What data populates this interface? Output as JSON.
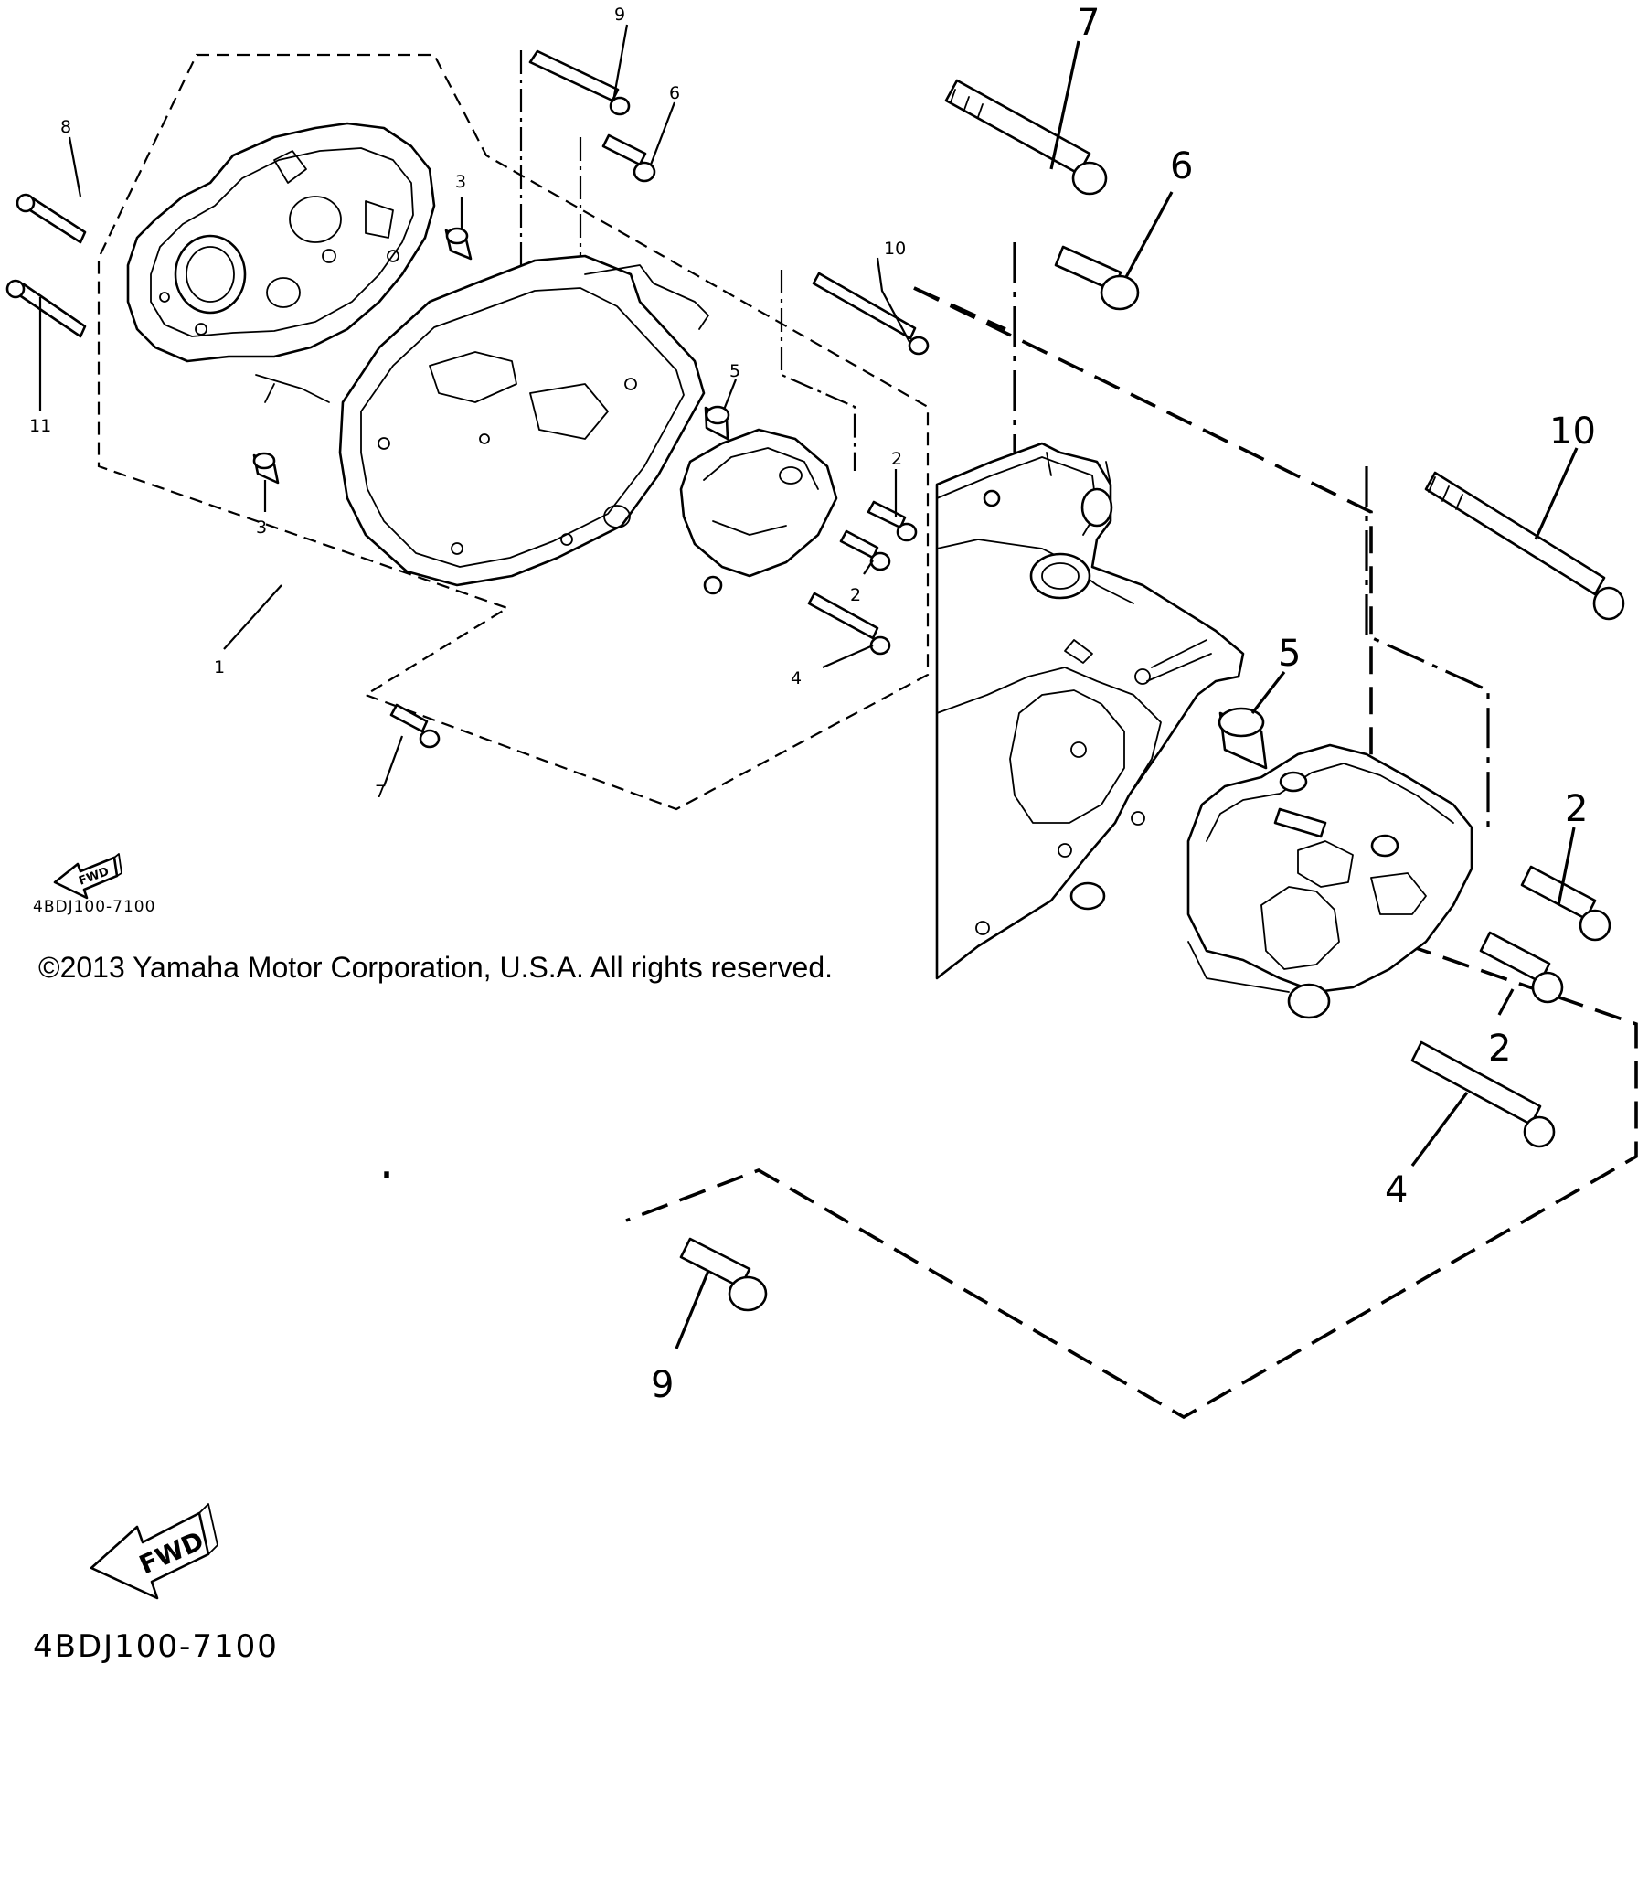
{
  "diagram": {
    "callouts_small": [
      "1",
      "2",
      "2",
      "3",
      "3",
      "4",
      "5",
      "6",
      "7",
      "8",
      "9",
      "10",
      "11"
    ],
    "callouts_large": [
      "2",
      "2",
      "4",
      "5",
      "6",
      "7",
      "9",
      "10"
    ],
    "fwd_label": "FWD",
    "part_code": "4BDJ100-7100",
    "copyright": "©2013 Yamaha Motor Corporation, U.S.A. All rights reserved."
  }
}
